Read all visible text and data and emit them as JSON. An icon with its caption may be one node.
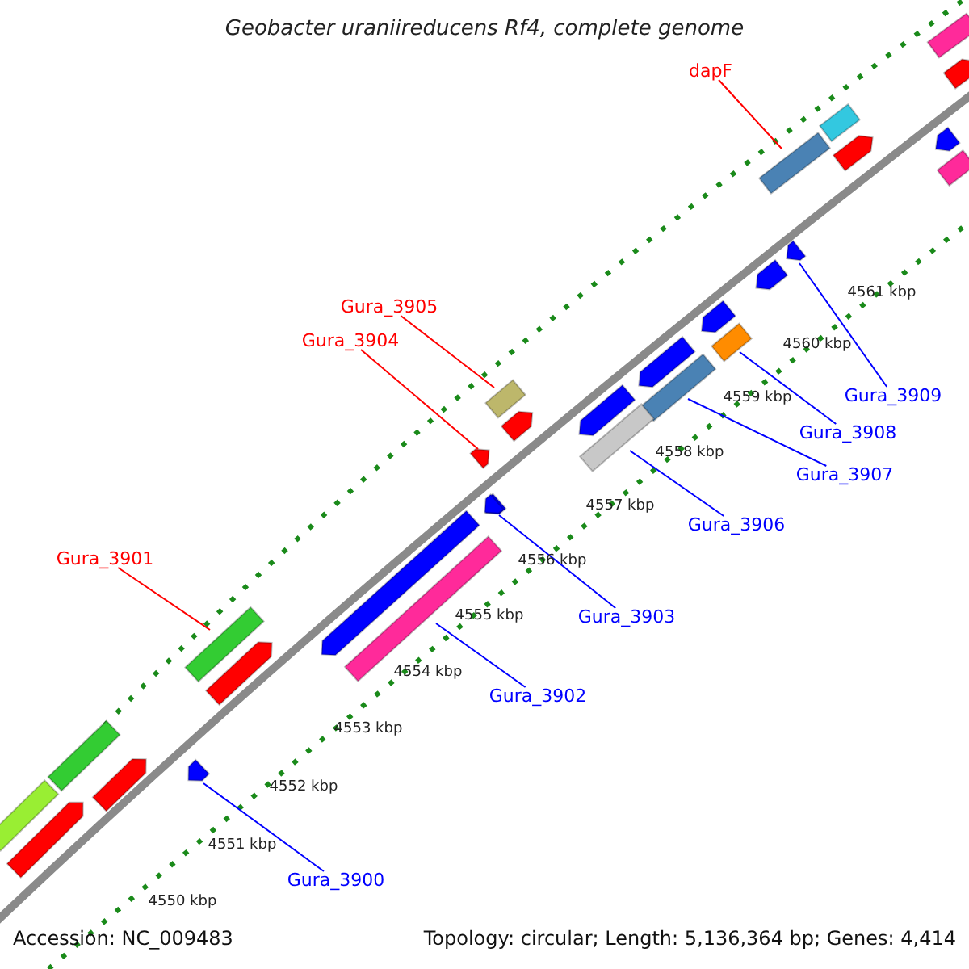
{
  "diagram": {
    "title": "Geobacter uraniireducens Rf4, complete genome",
    "nodes": [
      {
        "text": [
          "dapF"
        ]
      },
      {
        "text": [
          "Gura_3905"
        ]
      },
      {
        "text": [
          "Gura_3904"
        ]
      },
      {
        "text": [
          "Gura_3901"
        ]
      },
      {
        "text": [
          "Gura_3909"
        ]
      },
      {
        "text": [
          "Gura_3908"
        ]
      },
      {
        "text": [
          "Gura_3907"
        ]
      },
      {
        "text": [
          "Gura_3906"
        ]
      },
      {
        "text": [
          "Gura_3903"
        ]
      },
      {
        "text": [
          "Gura_3902"
        ]
      },
      {
        "text": [
          "Gura_3900"
        ]
      },
      {
        "text": [],
        "shape": "bar"
      },
      {
        "text": [],
        "shape": "bar"
      },
      {
        "text": [],
        "shape": "bar"
      },
      {
        "text": [],
        "shape": "bar"
      },
      {
        "text": [],
        "shape": "bar"
      },
      {
        "text": [],
        "shape": "bar"
      },
      {
        "text": [],
        "shape": "bar"
      },
      {
        "text": [],
        "shape": "bar"
      },
      {
        "text": [],
        "shape": "bar"
      },
      {
        "text": [],
        "shape": "bar"
      },
      {
        "text": [],
        "shape": "bar"
      },
      {
        "text": [],
        "shape": "bar"
      },
      {
        "text": [],
        "shape": "bar"
      },
      {
        "text": [],
        "shape": "bar"
      },
      {
        "text": [],
        "shape": "bar"
      },
      {
        "text": [],
        "shape": "bar"
      },
      {
        "text": [],
        "shape": "bar"
      },
      {
        "text": [],
        "shape": "bar"
      },
      {
        "text": [],
        "shape": "bar"
      },
      {
        "text": [],
        "shape": "bar"
      },
      {
        "text": [],
        "shape": "bar"
      },
      {
        "text": [],
        "shape": "bar"
      },
      {
        "text": [],
        "shape": "bar"
      },
      {
        "text": [],
        "shape": "bar"
      },
      {
        "text": [],
        "shape": "bar"
      },
      {
        "text": [],
        "shape": "bar"
      },
      {
        "text": [],
        "shape": "bar"
      },
      {
        "text": [],
        "shape": "bar"
      },
      {
        "text": [],
        "shape": "bar"
      }
    ],
    "edges": [
      {
        "from": 0,
        "to": 11,
        "arrow": "none",
        "color": "#ff0000"
      },
      {
        "from": 1,
        "to": 12,
        "arrow": "none",
        "color": "#ff0000"
      },
      {
        "from": 2,
        "to": 13,
        "arrow": "none",
        "color": "#ff0000"
      },
      {
        "from": 3,
        "to": 14,
        "arrow": "none",
        "color": "#ff0000"
      },
      {
        "from": 4,
        "to": 15,
        "arrow": "none"
      },
      {
        "from": 5,
        "to": 16,
        "arrow": "none"
      },
      {
        "from": 6,
        "to": 17,
        "arrow": "none"
      },
      {
        "from": 7,
        "to": 18,
        "arrow": "none"
      },
      {
        "from": 8,
        "to": 19,
        "arrow": "none"
      },
      {
        "from": 9,
        "to": 20,
        "arrow": "none"
      },
      {
        "from": 10,
        "to": 21,
        "arrow": "none"
      }
    ],
    "labels": [
      "4561 kbp",
      "4560 kbp",
      "4559 kbp",
      "4558 kbp",
      "4557 kbp",
      "4556 kbp",
      "4555 kbp",
      "4554 kbp",
      "4553 kbp",
      "4552 kbp",
      "4551 kbp",
      "4550 kbp",
      "Accession: NC_009483",
      "Topology: circular; Length: 5,136,364 bp; Genes: 4,414"
    ]
  }
}
